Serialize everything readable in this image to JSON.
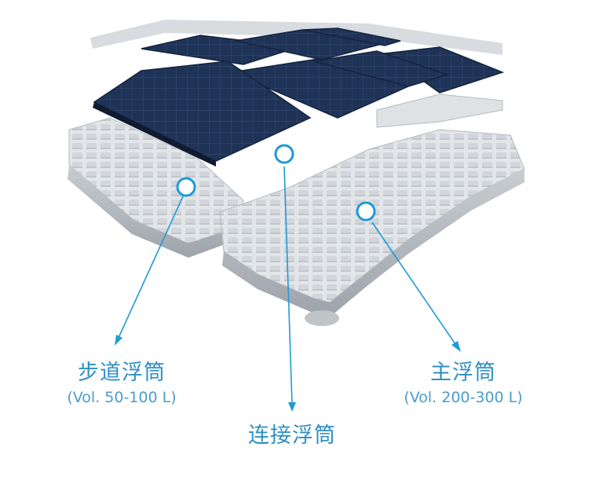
{
  "colors": {
    "accent": "#1f9ad6",
    "float": "#e3e6e9",
    "float_shade": "#b9bec4",
    "panel": "#1f3357",
    "panel_grid": "#3a5580"
  },
  "callouts": {
    "walkway": {
      "name": "步道浮筒",
      "volume": "(Vol. 50-100 L)"
    },
    "connector": {
      "name": "连接浮筒"
    },
    "main": {
      "name": "主浮筒",
      "volume": "(Vol. 200-300 L)"
    }
  }
}
